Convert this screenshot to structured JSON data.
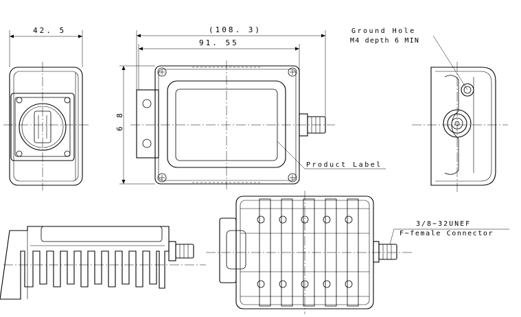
{
  "dimensions": {
    "side_width": "42. 5",
    "total_length": "(108. 3)",
    "body_length": "91. 55",
    "height": "6 8"
  },
  "callouts": {
    "ground_hole_title": "Ground Hole",
    "ground_hole_spec": "M4 depth 6 MIN",
    "product_label": "Product Label",
    "connector_thread": "3/8−32UNEF",
    "connector_type": "F−female Connector"
  }
}
